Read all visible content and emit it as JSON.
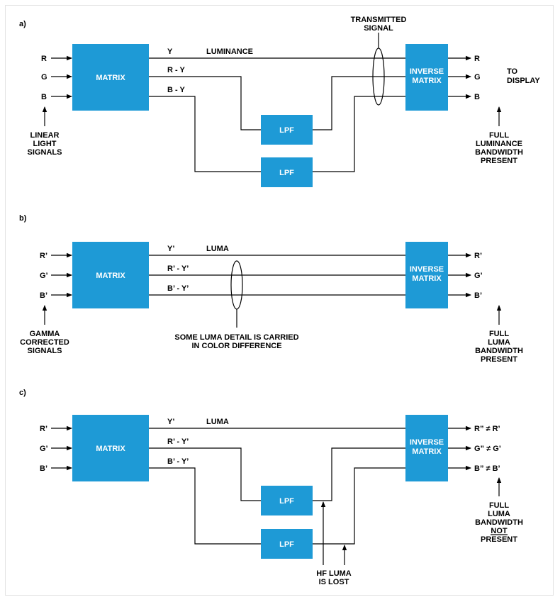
{
  "colors": {
    "block": "#1e9ad6",
    "block_text": "#ffffff",
    "wire": "#000000"
  },
  "a": {
    "section_label": "a)",
    "inputs": [
      "R",
      "G",
      "B"
    ],
    "matrix": "MATRIX",
    "y_label": "Y",
    "luminance": "LUMINANCE",
    "ry_label": "R - Y",
    "by_label": "B - Y",
    "lpf1": "LPF",
    "lpf2": "LPF",
    "transmitted": [
      "TRANSMITTED",
      "SIGNAL"
    ],
    "inverse": [
      "INVERSE",
      "MATRIX"
    ],
    "outputs": [
      "R",
      "G",
      "B"
    ],
    "to_display": [
      "TO",
      "DISPLAY"
    ],
    "input_note": [
      "LINEAR",
      "LIGHT",
      "SIGNALS"
    ],
    "output_note": [
      "FULL",
      "LUMINANCE",
      "BANDWIDTH",
      "PRESENT"
    ]
  },
  "b": {
    "section_label": "b)",
    "inputs": [
      "R’",
      "G’",
      "B’"
    ],
    "matrix": "MATRIX",
    "y_label": "Y’",
    "luma": "LUMA",
    "ry_label": "R’ - Y’",
    "by_label": "B’ - Y’",
    "inverse": [
      "INVERSE",
      "MATRIX"
    ],
    "outputs": [
      "R’",
      "G’",
      "B’"
    ],
    "input_note": [
      "GAMMA",
      "CORRECTED",
      "SIGNALS"
    ],
    "middle_note": [
      "SOME LUMA DETAIL IS CARRIED",
      "IN COLOR DIFFERENCE"
    ],
    "output_note": [
      "FULL",
      "LUMA",
      "BANDWIDTH",
      "PRESENT"
    ]
  },
  "c": {
    "section_label": "c)",
    "inputs": [
      "R’",
      "G’",
      "B’"
    ],
    "matrix": "MATRIX",
    "y_label": "Y’",
    "luma": "LUMA",
    "ry_label": "R’ - Y’",
    "by_label": "B’ - Y’",
    "lpf1": "LPF",
    "lpf2": "LPF",
    "inverse": [
      "INVERSE",
      "MATRIX"
    ],
    "outputs": [
      "R” ≠ R’",
      "G” ≠ G’",
      "B” ≠ B’"
    ],
    "hf_note": [
      "HF LUMA",
      "IS LOST"
    ],
    "output_note": [
      "FULL",
      "LUMA",
      "BANDWIDTH",
      "NOT",
      "PRESENT"
    ]
  }
}
